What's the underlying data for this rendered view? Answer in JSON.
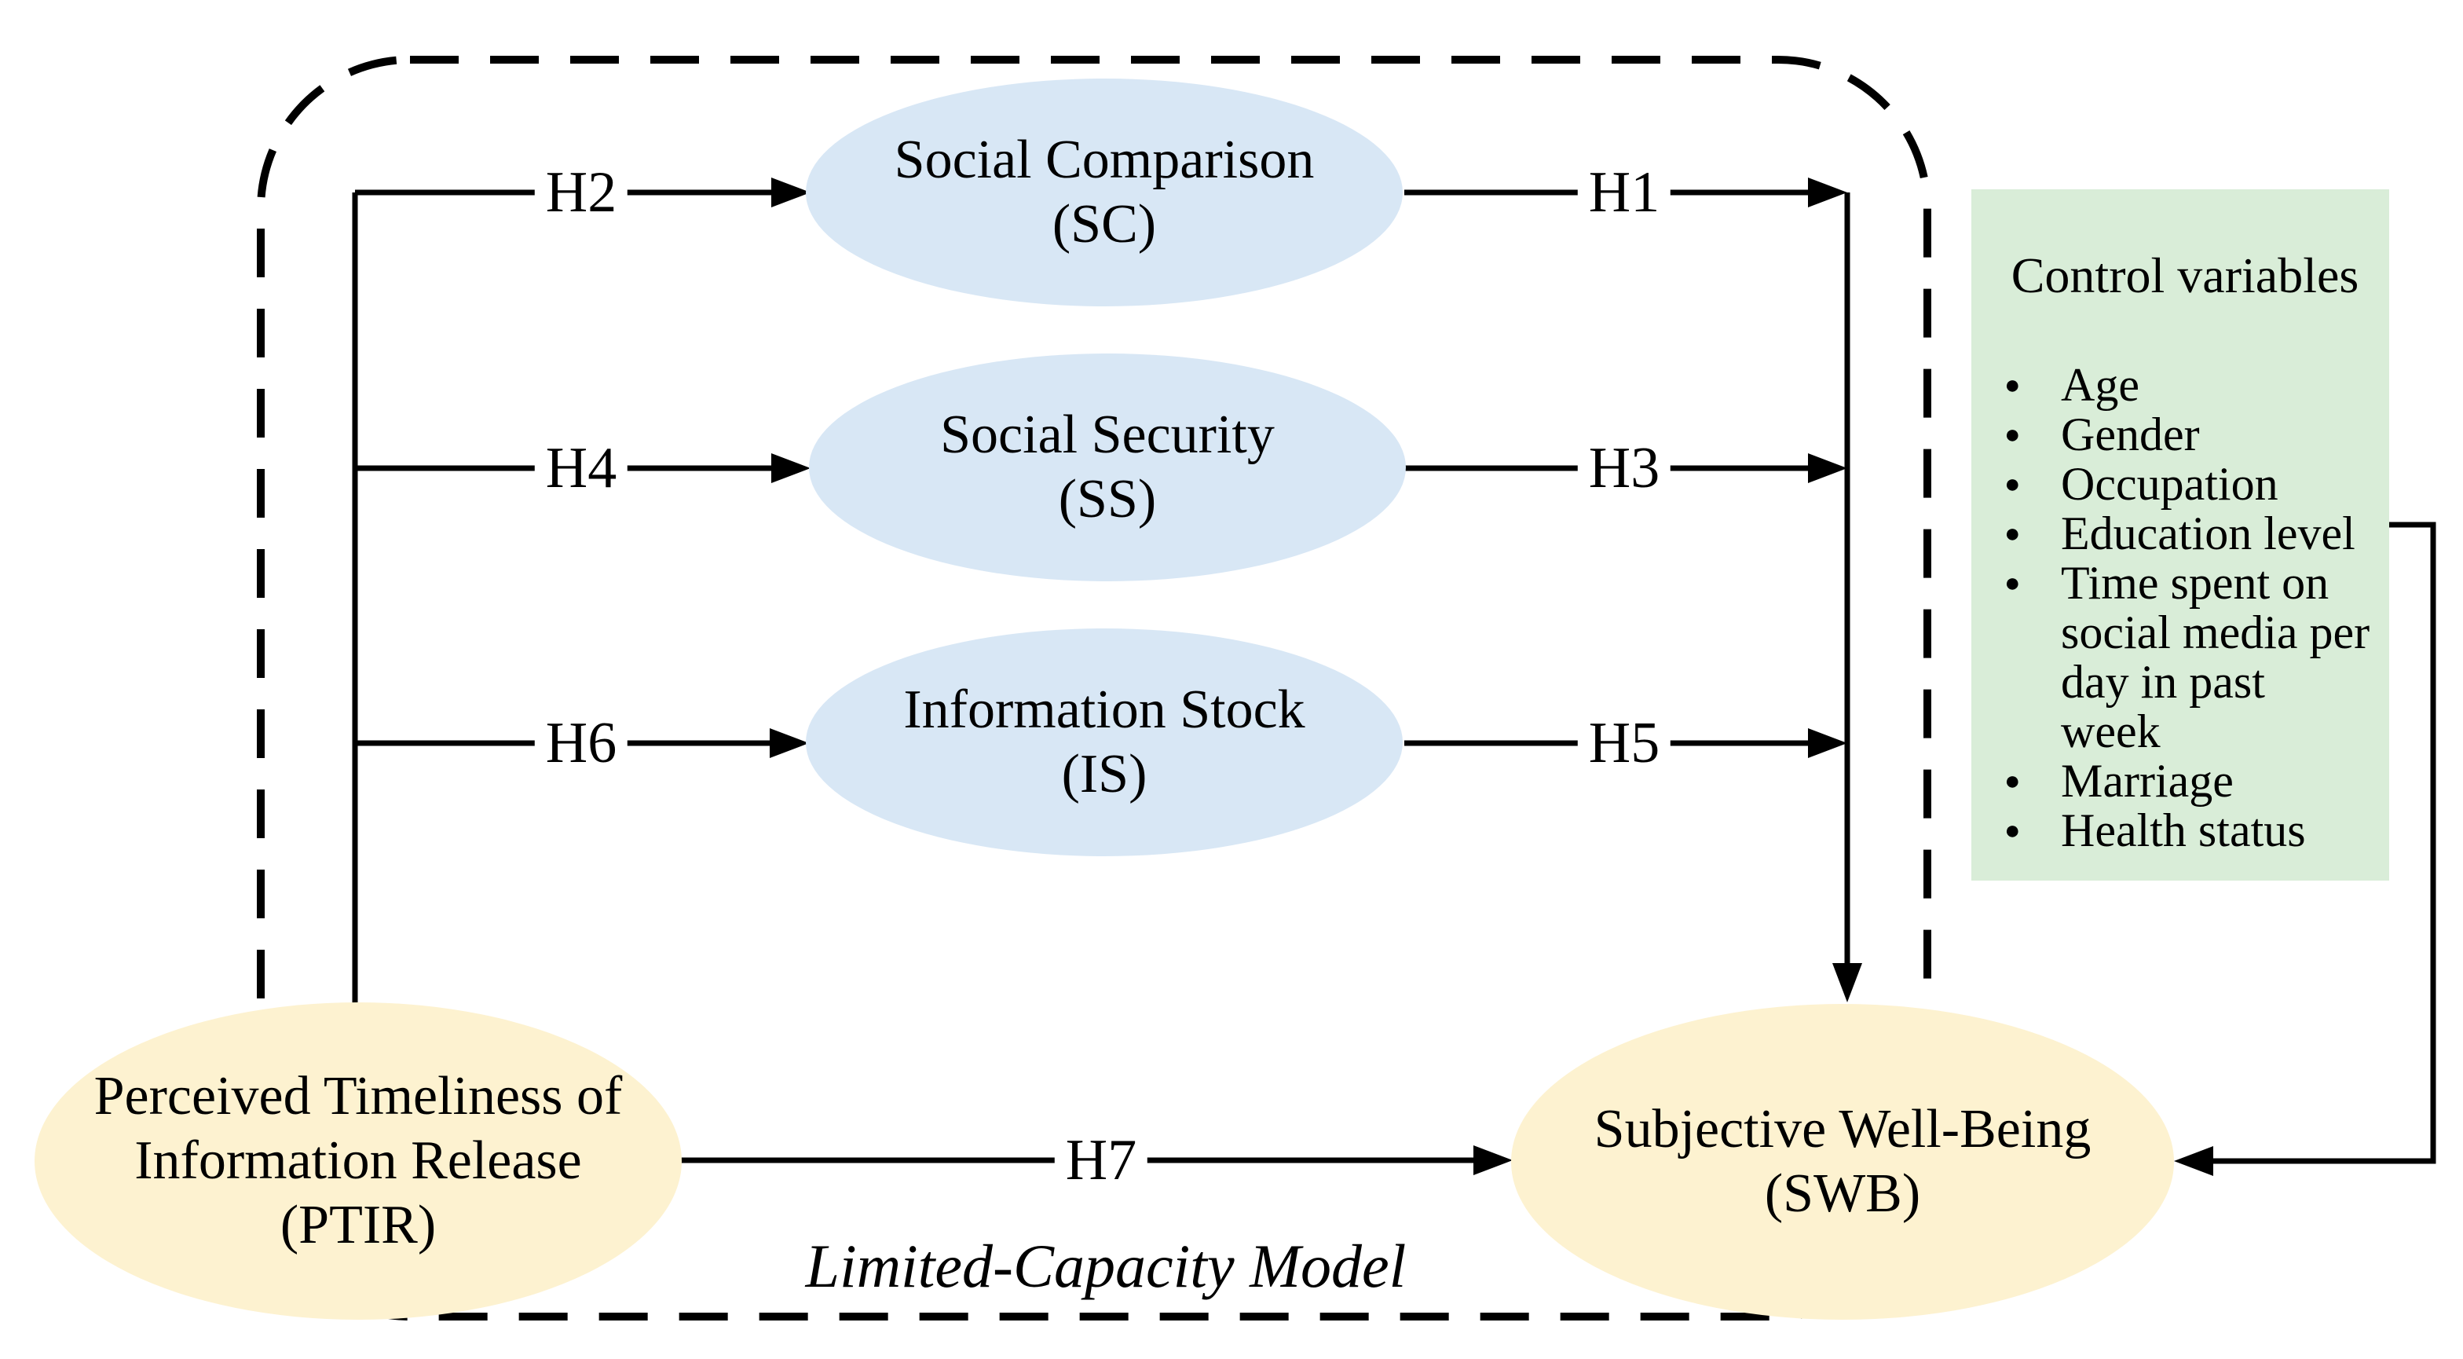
{
  "diagram": {
    "frame_label": "Limited-Capacity Model",
    "nodes": {
      "sc": {
        "line1": "Social Comparison",
        "line2": "(SC)"
      },
      "ss": {
        "line1": "Social Security",
        "line2": "(SS)"
      },
      "is": {
        "line1": "Information Stock",
        "line2": "(IS)"
      },
      "ptir": {
        "line1": "Perceived Timeliness of",
        "line2": "Information Release",
        "line3": "(PTIR)"
      },
      "swb": {
        "line1": "Subjective Well-Being",
        "line2": "(SWB)"
      }
    },
    "paths": {
      "h1": "H1",
      "h2": "H2",
      "h3": "H3",
      "h4": "H4",
      "h5": "H5",
      "h6": "H6",
      "h7": "H7"
    },
    "control_box": {
      "title": "Control variables",
      "items": [
        "Age",
        "Gender",
        "Occupation",
        "Education level",
        "Time spent on social media per day in past week",
        "Marriage",
        "Health status"
      ]
    },
    "colors": {
      "mediator_fill": "#d8e7f5",
      "construct_fill": "#fdf2d0",
      "control_fill": "#d9edd8",
      "line": "#000000"
    }
  }
}
